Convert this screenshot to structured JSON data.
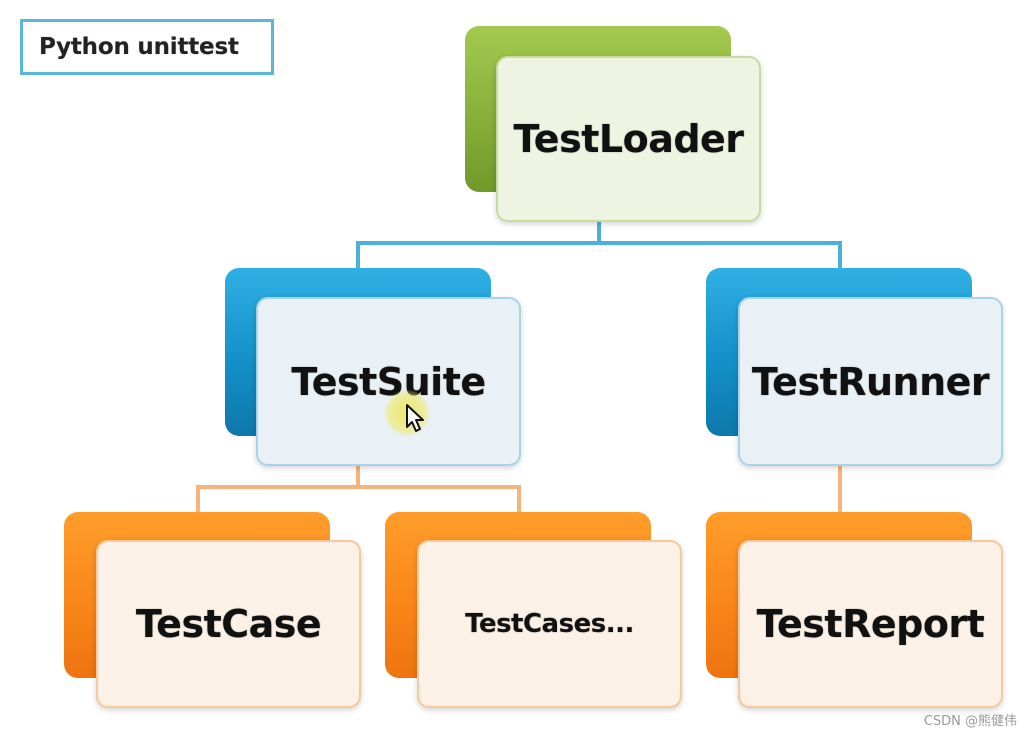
{
  "title_label": "Python unittest",
  "nodes": {
    "testloader": "TestLoader",
    "testsuite": "TestSuite",
    "testrunner": "TestRunner",
    "testcase": "TestCase",
    "testcases": "TestCases...",
    "testreport": "TestReport"
  },
  "watermark": "CSDN @熊健伟",
  "colors": {
    "green": "#86b03a",
    "blue": "#1490c8",
    "orange": "#f9861a",
    "connector_blue": "#4cb0dc",
    "connector_orange": "#f8b27a"
  },
  "icons": {
    "cursor": "mouse-pointer-icon"
  }
}
